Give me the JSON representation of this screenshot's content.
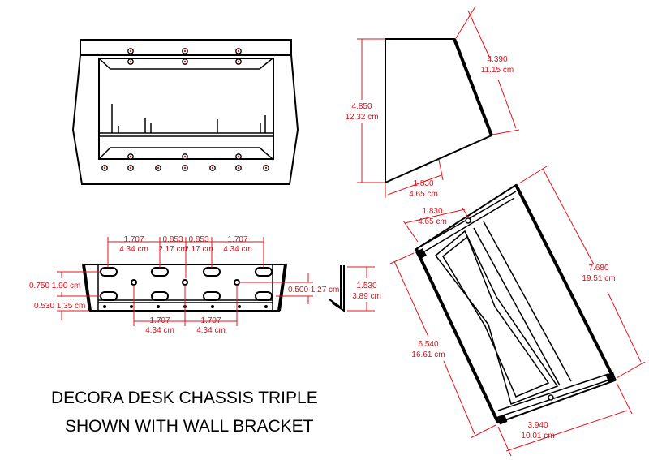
{
  "title": {
    "line1": "DECORA DESK CHASSIS TRIPLE",
    "line2": "SHOWN WITH WALL BRACKET"
  },
  "side_view": {
    "height_in": "4.850",
    "height_cm": "12.32 cm",
    "slope_in": "4.390",
    "slope_cm": "11.15 cm",
    "base_in": "1.830",
    "base_cm": "4.65 cm"
  },
  "bottom_view": {
    "slot1_in": "1.707",
    "slot1_cm": "4.34 cm",
    "slot2_in": "0.853",
    "slot2_cm": "2.17 cm",
    "slot3_in": "0.853",
    "slot3_cm": "2.17 cm",
    "slot4_in": "1.707",
    "slot4_cm": "4.34 cm",
    "left_v1": "0.750 1.90 cm",
    "left_v2": "0.530 1.35 cm",
    "right_v": "0.500 1.27 cm",
    "hole1_in": "1.707",
    "hole1_cm": "4.34 cm",
    "hole2_in": "1.707",
    "hole2_cm": "4.34 cm"
  },
  "bracket": {
    "height_in": "1.530",
    "height_cm": "3.89 cm"
  },
  "iso_view": {
    "top_in": "1.830",
    "top_cm": "4.65 cm",
    "long_in": "7.680",
    "long_cm": "19.51 cm",
    "mid_in": "6.540",
    "mid_cm": "16.61 cm",
    "width_in": "3.940",
    "width_cm": "10.01 cm"
  }
}
